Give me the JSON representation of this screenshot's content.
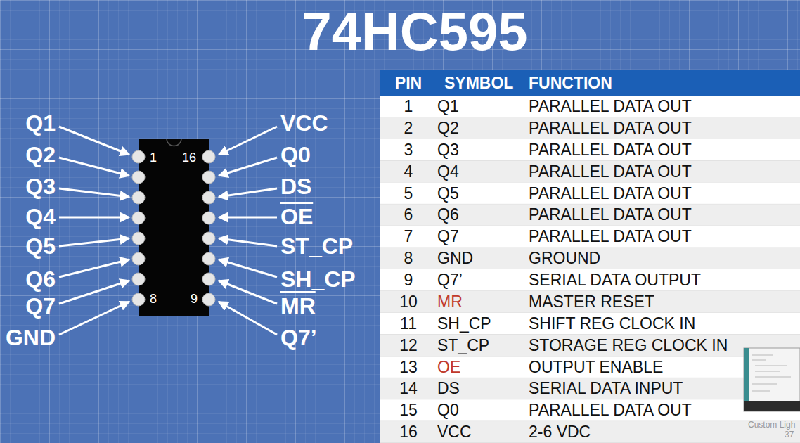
{
  "diagram": {
    "title": "74HC595",
    "nodes": [
      {
        "text": [
          "1",
          "16",
          "8",
          "9"
        ]
      }
    ],
    "labels": [
      "Q1",
      "VCC",
      "Q2",
      "Q0",
      "Q3",
      "DS",
      "Q4",
      "OE",
      "Q5",
      "ST_CP",
      "Q6",
      "SH_CP",
      "Q7",
      "MR",
      "GND",
      "Q7’",
      "PIN",
      "SYMBOL",
      "FUNCTION",
      "1",
      "Q1",
      "PARALLEL DATA OUT",
      "2",
      "Q2",
      "PARALLEL DATA OUT",
      "3",
      "Q3",
      "PARALLEL DATA OUT",
      "4",
      "Q4",
      "PARALLEL DATA OUT",
      "5",
      "Q5",
      "PARALLEL DATA OUT",
      "6",
      "Q6",
      "PARALLEL DATA OUT",
      "7",
      "Q7",
      "PARALLEL DATA OUT",
      "8",
      "GND",
      "GROUND",
      "9",
      "Q7’",
      "SERIAL DATA OUTPUT",
      "10",
      "MR",
      "MASTER RESET",
      "11",
      "SH_CP",
      "SHIFT REG CLOCK IN",
      "12",
      "ST_CP",
      "STORAGE REG CLOCK IN",
      "13",
      "OE",
      "OUTPUT ENABLE",
      "14",
      "DS",
      "SERIAL DATA INPUT",
      "15",
      "Q0",
      "PARALLEL DATA OUT",
      "16",
      "VCC",
      "2-6 VDC",
      "Custom Ligh",
      "37"
    ]
  }
}
